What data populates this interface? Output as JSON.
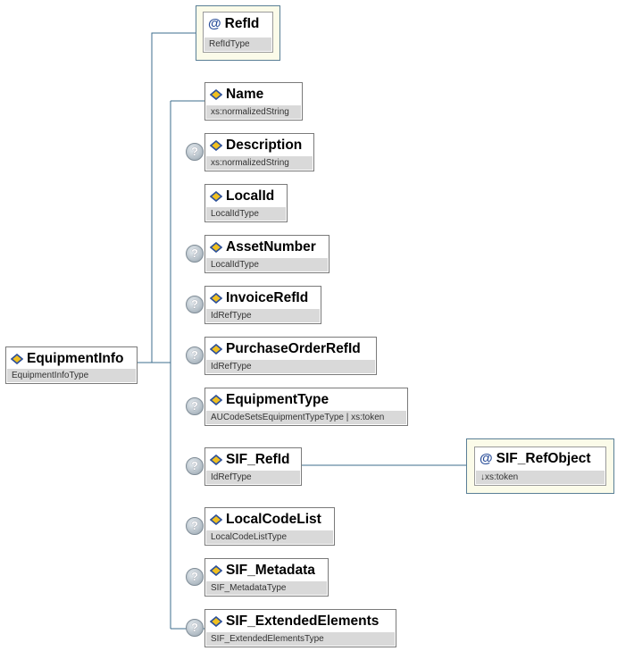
{
  "root": {
    "name": "EquipmentInfo",
    "type": "EquipmentInfoType",
    "icon": "element-icon"
  },
  "attribute": {
    "name": "RefId",
    "type": "RefIdType",
    "icon": "attribute-at-icon"
  },
  "elements": [
    {
      "name": "Name",
      "type": "xs:normalizedString",
      "optional": false
    },
    {
      "name": "Description",
      "type": "xs:normalizedString",
      "optional": true
    },
    {
      "name": "LocalId",
      "type": "LocalIdType",
      "optional": false
    },
    {
      "name": "AssetNumber",
      "type": "LocalIdType",
      "optional": true
    },
    {
      "name": "InvoiceRefId",
      "type": "IdRefType",
      "optional": true
    },
    {
      "name": "PurchaseOrderRefId",
      "type": "IdRefType",
      "optional": true
    },
    {
      "name": "EquipmentType",
      "type": "AUCodeSetsEquipmentTypeType | xs:token",
      "optional": true
    },
    {
      "name": "SIF_RefId",
      "type": "IdRefType",
      "optional": true
    },
    {
      "name": "LocalCodeList",
      "type": "LocalCodeListType",
      "optional": true
    },
    {
      "name": "SIF_Metadata",
      "type": "SIF_MetadataType",
      "optional": true
    },
    {
      "name": "SIF_ExtendedElements",
      "type": "SIF_ExtendedElementsType",
      "optional": true
    }
  ],
  "child_attribute": {
    "parent": "SIF_RefId",
    "name": "SIF_RefObject",
    "type": "↓xs:token",
    "icon": "attribute-at-icon"
  },
  "colors": {
    "connector": "#3d6e8c",
    "attribute_frame_bg": "#fbfbe9",
    "type_strip": "#d9d9d9"
  },
  "optional_icon": "question-mark-icon"
}
